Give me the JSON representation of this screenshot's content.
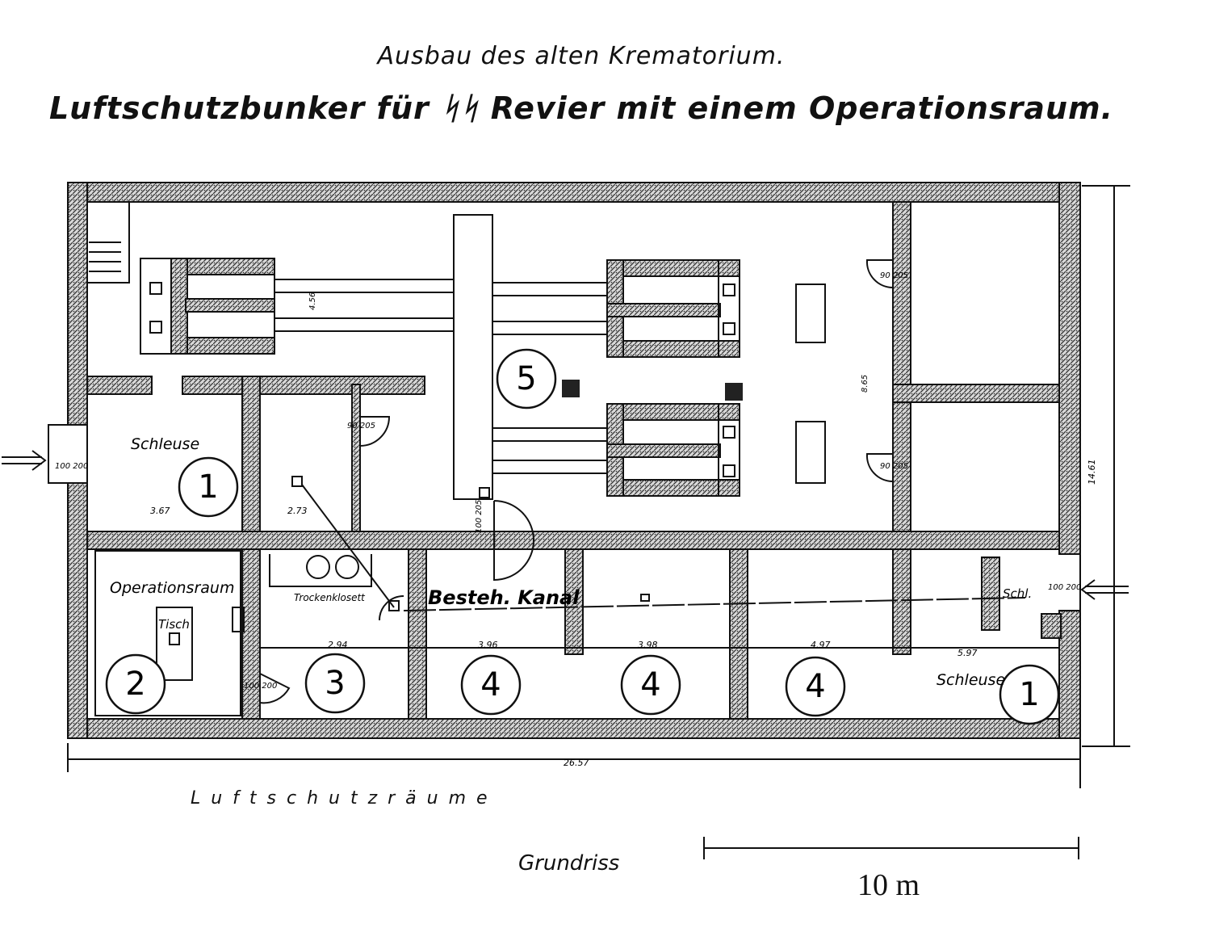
{
  "title": {
    "subtitle": "Ausbau des alten Krematorium.",
    "main": "Luftschutzbunker für ᛋᛋ Revier mit einem Operationsraum."
  },
  "rooms": {
    "schleuse_left": "Schleuse",
    "operationsraum": "Operationsraum",
    "tisch": "Tisch",
    "trockenklosett": "Trockenklosett",
    "besteh_kanal": "Besteh. Kanal",
    "schleuse_right": "Schleuse",
    "schl": "Schl."
  },
  "room_numbers": {
    "n1_left": "1",
    "n2": "2",
    "n3": "3",
    "n4_a": "4",
    "n4_b": "4",
    "n4_c": "4",
    "n5": "5",
    "n1_right": "1"
  },
  "dimensions": {
    "overall_width": "26.57",
    "overall_height": "14.61",
    "door_left": "100 200",
    "door_right": "100 200",
    "d_367": "3.67",
    "d_273": "2.73",
    "d_294": "2.94",
    "d_396": "3.96",
    "d_398": "3.98",
    "d_497": "4.97",
    "d_597": "5.97",
    "d_90_205_a": "90 205",
    "d_90_205_b": "90 205",
    "d_90_205_c": "90 205",
    "d_100_205": "100 205",
    "d_100_200": "100 200",
    "d_456": "4.56",
    "d_865": "8.65"
  },
  "bottom": {
    "caption": "L u f t s c h u t z r ä u m e",
    "grundriss": "Grundriss",
    "scale": "10 m"
  }
}
